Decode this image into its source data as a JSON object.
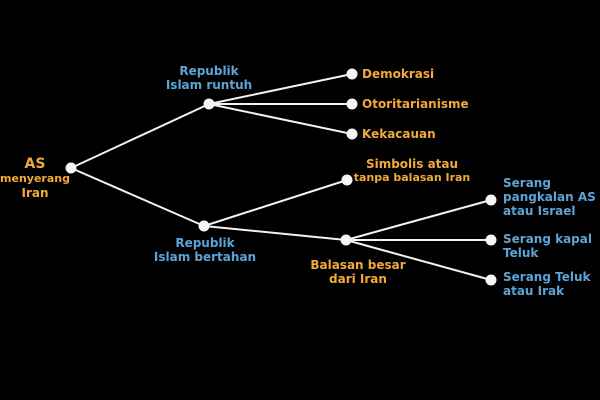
{
  "colors": {
    "background": "#000000",
    "orange": "#f2a93b",
    "blue": "#5fa3d6",
    "edge": "#f2f2f2"
  },
  "nodes": {
    "root": {
      "lines": [
        "AS",
        "menyerang",
        "Iran"
      ]
    },
    "collapse": {
      "lines": [
        "Republik",
        "Islam runtuh"
      ]
    },
    "survive": {
      "lines": [
        "Republik",
        "Islam bertahan"
      ]
    },
    "democracy": {
      "lines": [
        "Demokrasi"
      ]
    },
    "authoritarian": {
      "lines": [
        "Otoritarianisme"
      ]
    },
    "chaos": {
      "lines": [
        "Kekacauan"
      ]
    },
    "symbolic": {
      "lines": [
        "Simbolis atau",
        "tanpa balasan Iran"
      ]
    },
    "major": {
      "lines": [
        "Balasan besar",
        "dari Iran"
      ]
    },
    "bases": {
      "lines": [
        "Serang",
        "pangkalan AS",
        "atau Israel"
      ]
    },
    "ships": {
      "lines": [
        "Serang kapal",
        "Teluk"
      ]
    },
    "gulf": {
      "lines": [
        "Serang Teluk",
        "atau Irak"
      ]
    }
  }
}
